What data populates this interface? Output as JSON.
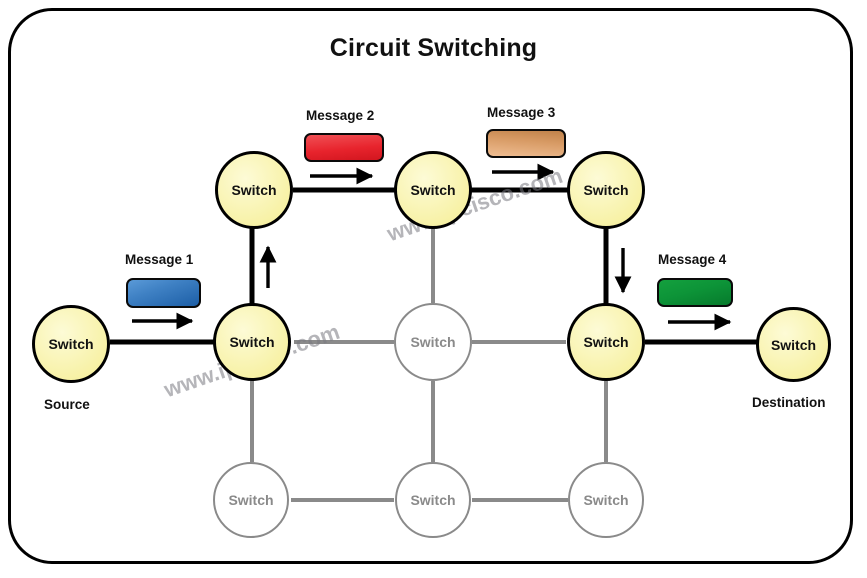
{
  "diagram": {
    "title": "Circuit Switching",
    "node_label": "Switch",
    "watermark_text": "www.ipcisco.com",
    "colors": {
      "active_fill": "#faf6b4",
      "active_stroke": "#000000",
      "inactive_fill": "#ffffff",
      "inactive_stroke": "#8a8a8a",
      "active_link": "#000000",
      "inactive_link": "#8a8a8a",
      "frame_border": "#000000",
      "message_1": "#2f6fb5",
      "message_2": "#e2232c",
      "message_3": "#d79a64",
      "message_4": "#0d9438"
    }
  },
  "endpoints": {
    "source_label": "Source",
    "destination_label": "Destination"
  },
  "messages": [
    {
      "id": "message-1",
      "label": "Message 1",
      "color_class": "msg-blue",
      "direction": "right"
    },
    {
      "id": "message-2",
      "label": "Message 2",
      "color_class": "msg-red",
      "direction": "right"
    },
    {
      "id": "message-3",
      "label": "Message 3",
      "color_class": "msg-tan",
      "direction": "right"
    },
    {
      "id": "message-4",
      "label": "Message 4",
      "color_class": "msg-green",
      "direction": "right"
    }
  ],
  "nodes": [
    {
      "id": "source",
      "label": "Switch",
      "state": "active",
      "row": "endpoint",
      "col": "left"
    },
    {
      "id": "grid-r1c1",
      "label": "Switch",
      "state": "active",
      "row": 1,
      "col": 1
    },
    {
      "id": "grid-r1c2",
      "label": "Switch",
      "state": "active",
      "row": 1,
      "col": 2
    },
    {
      "id": "grid-r1c3",
      "label": "Switch",
      "state": "active",
      "row": 1,
      "col": 3
    },
    {
      "id": "grid-r2c1",
      "label": "Switch",
      "state": "active",
      "row": 2,
      "col": 1
    },
    {
      "id": "grid-r2c2",
      "label": "Switch",
      "state": "inactive",
      "row": 2,
      "col": 2
    },
    {
      "id": "grid-r2c3",
      "label": "Switch",
      "state": "active",
      "row": 2,
      "col": 3
    },
    {
      "id": "grid-r3c1",
      "label": "Switch",
      "state": "inactive",
      "row": 3,
      "col": 1
    },
    {
      "id": "grid-r3c2",
      "label": "Switch",
      "state": "inactive",
      "row": 3,
      "col": 2
    },
    {
      "id": "grid-r3c3",
      "label": "Switch",
      "state": "inactive",
      "row": 3,
      "col": 3
    },
    {
      "id": "destination",
      "label": "Switch",
      "state": "active",
      "row": "endpoint",
      "col": "right"
    }
  ],
  "path_sequence": [
    "source",
    "grid-r2c1",
    "grid-r1c1",
    "grid-r1c2",
    "grid-r1c3",
    "grid-r2c3",
    "destination"
  ]
}
